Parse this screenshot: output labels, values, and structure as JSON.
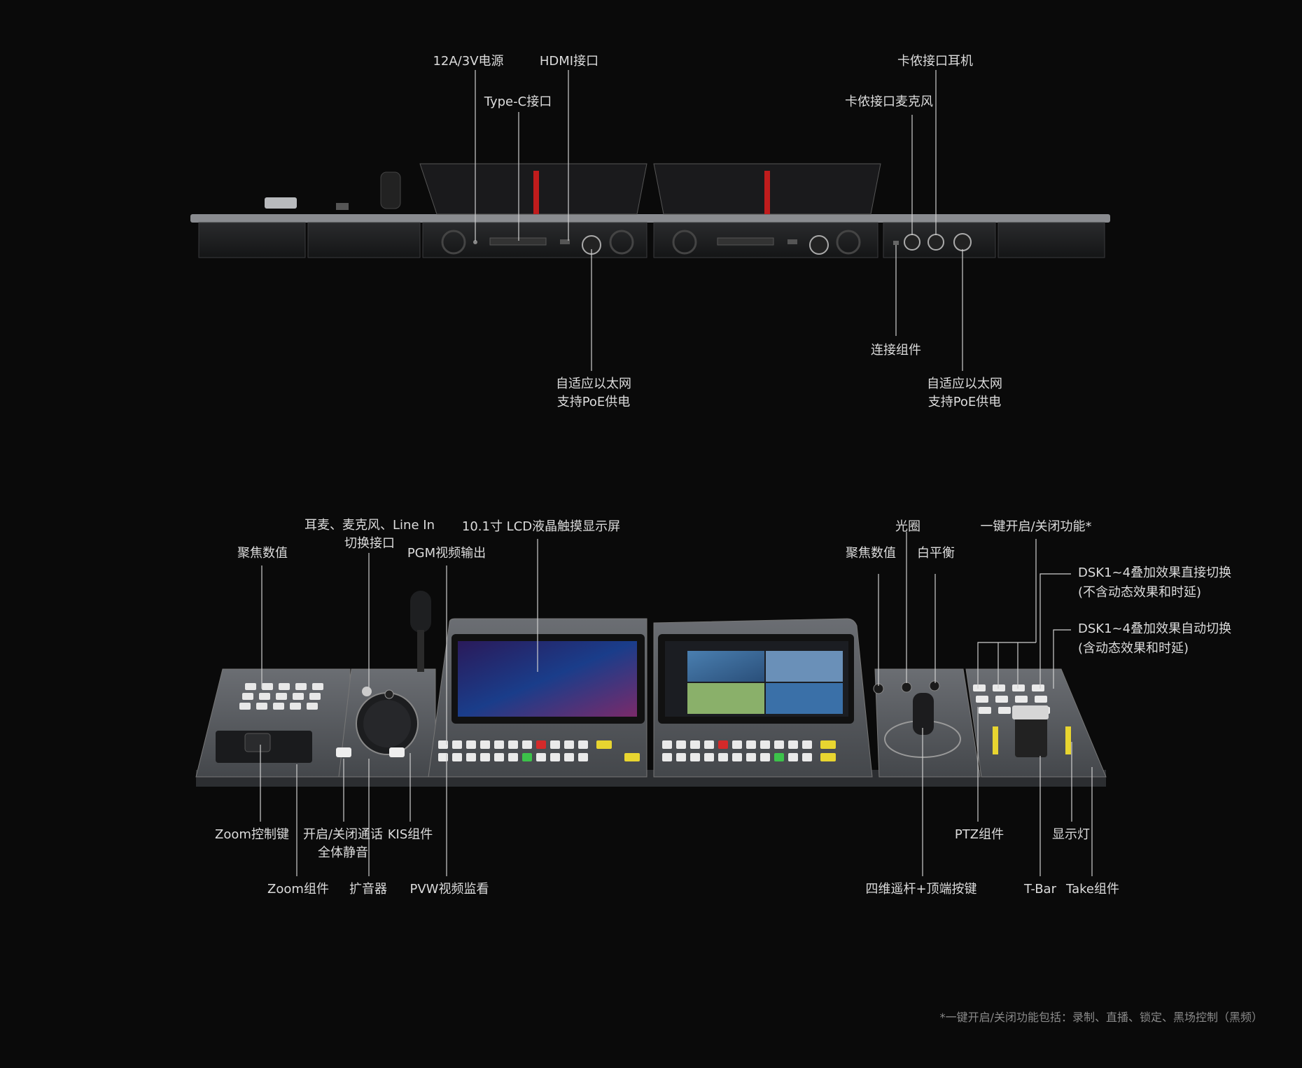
{
  "rear_view": {
    "labels": {
      "power": "12A/3V电源",
      "hdmi": "HDMI接口",
      "typec": "Type-C接口",
      "xlr_headphone": "卡侬接口耳机",
      "xlr_mic": "卡侬接口麦克风",
      "connector": "连接组件",
      "ethernet_left_l1": "自适应以太网",
      "ethernet_left_l2": "支持PoE供电",
      "ethernet_right_l1": "自适应以太网",
      "ethernet_right_l2": "支持PoE供电"
    }
  },
  "front_view": {
    "labels": {
      "focus_left": "聚焦数值",
      "audio_switch_l1": "耳麦、麦克风、Line In",
      "audio_switch_l2": "切换接口",
      "pgm_output": "PGM视频输出",
      "lcd": "10.1寸 LCD液晶触摸显示屏",
      "iris": "光圈",
      "one_key": "一键开启/关闭功能*",
      "focus_right": "聚焦数值",
      "white_balance": "白平衡",
      "dsk_direct_l1": "DSK1~4叠加效果直接切换",
      "dsk_direct_l2": "(不含动态效果和时延)",
      "dsk_auto_l1": "DSK1~4叠加效果自动切换",
      "dsk_auto_l2": "(含动态效果和时延)",
      "zoom_key": "Zoom控制键",
      "talk_l1": "开启/关闭通话",
      "talk_l2": "全体静音",
      "kis": "KIS组件",
      "zoom_module": "Zoom组件",
      "speaker": "扩音器",
      "pvw": "PVW视频监看",
      "ptz": "PTZ组件",
      "indicator": "显示灯",
      "joystick": "四维遥杆+顶端按键",
      "tbar": "T-Bar",
      "take": "Take组件"
    }
  },
  "footnote": "*一键开启/关闭功能包括：录制、直播、锁定、黑场控制（黑频）",
  "colors": {
    "background": "#0a0a0a",
    "line": "#cfcfcf",
    "panel": "#5a5d62",
    "accent_red": "#d42a2a",
    "accent_yellow": "#e8d530",
    "accent_green": "#3cc24a"
  }
}
